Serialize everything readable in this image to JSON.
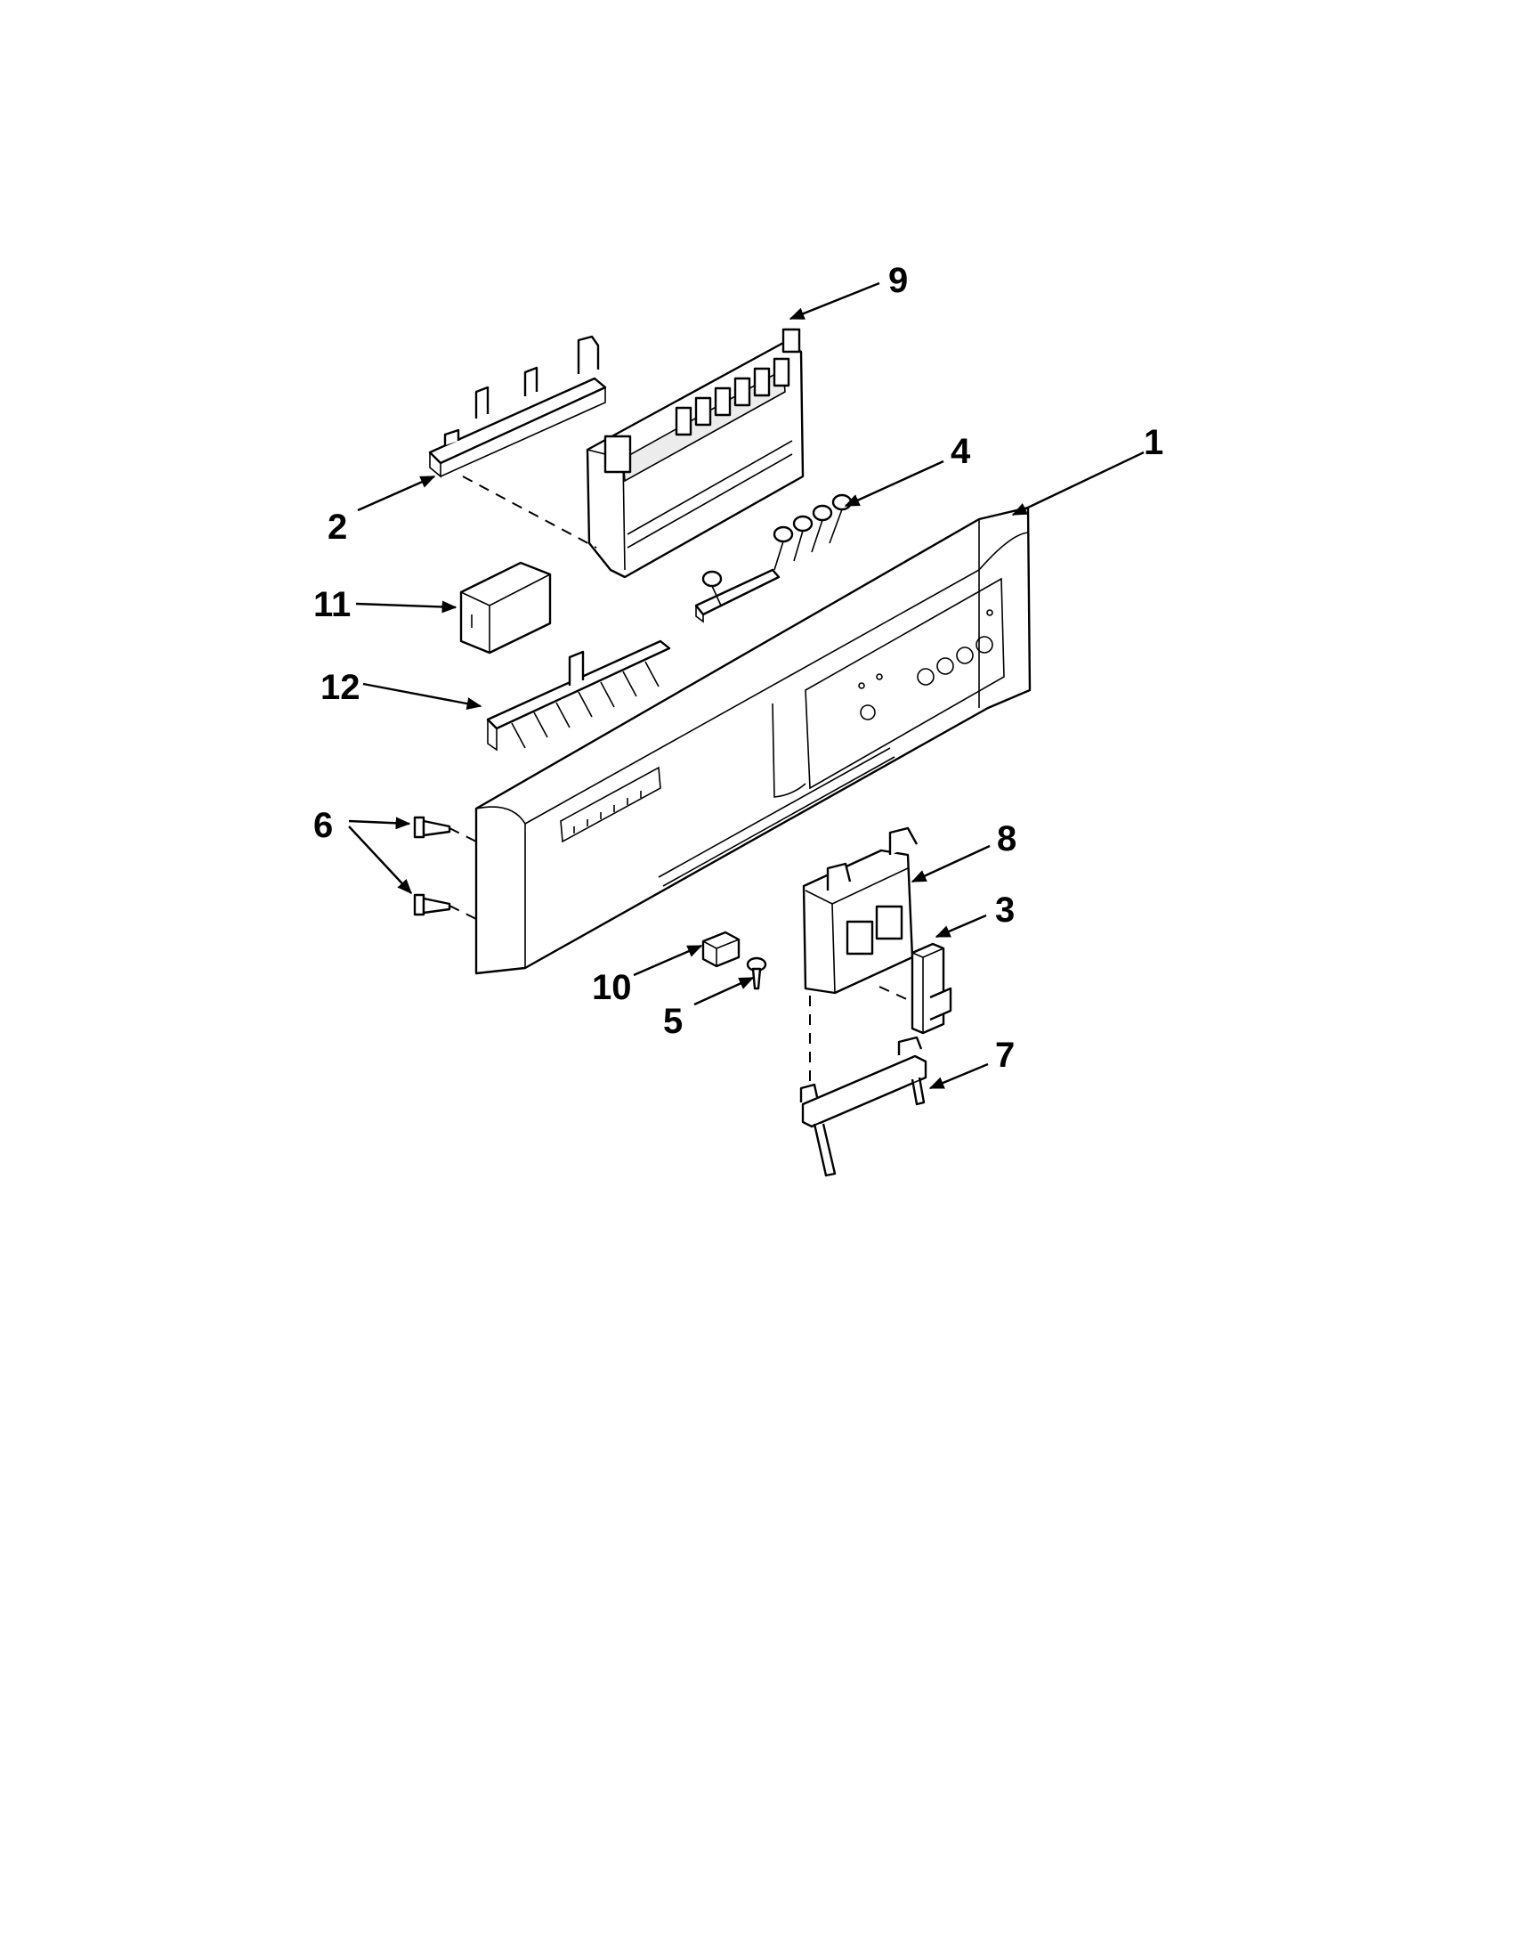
{
  "callouts": [
    {
      "id": "1",
      "label": "1",
      "part": "control-panel"
    },
    {
      "id": "2",
      "label": "2",
      "part": "rear-bracket"
    },
    {
      "id": "3",
      "label": "3",
      "part": "latch-clip"
    },
    {
      "id": "4",
      "label": "4",
      "part": "button-switch-assembly"
    },
    {
      "id": "5",
      "label": "5",
      "part": "latch-screw"
    },
    {
      "id": "6",
      "label": "6",
      "part": "panel-screws"
    },
    {
      "id": "7",
      "label": "7",
      "part": "handle-bracket"
    },
    {
      "id": "8",
      "label": "8",
      "part": "door-latch"
    },
    {
      "id": "9",
      "label": "9",
      "part": "control-board"
    },
    {
      "id": "10",
      "label": "10",
      "part": "door-switch"
    },
    {
      "id": "11",
      "label": "11",
      "part": "board-cover"
    },
    {
      "id": "12",
      "label": "12",
      "part": "keypad-bracket"
    }
  ],
  "colors": {
    "line": "#000000",
    "background": "#ffffff",
    "shade": "#ececec"
  }
}
